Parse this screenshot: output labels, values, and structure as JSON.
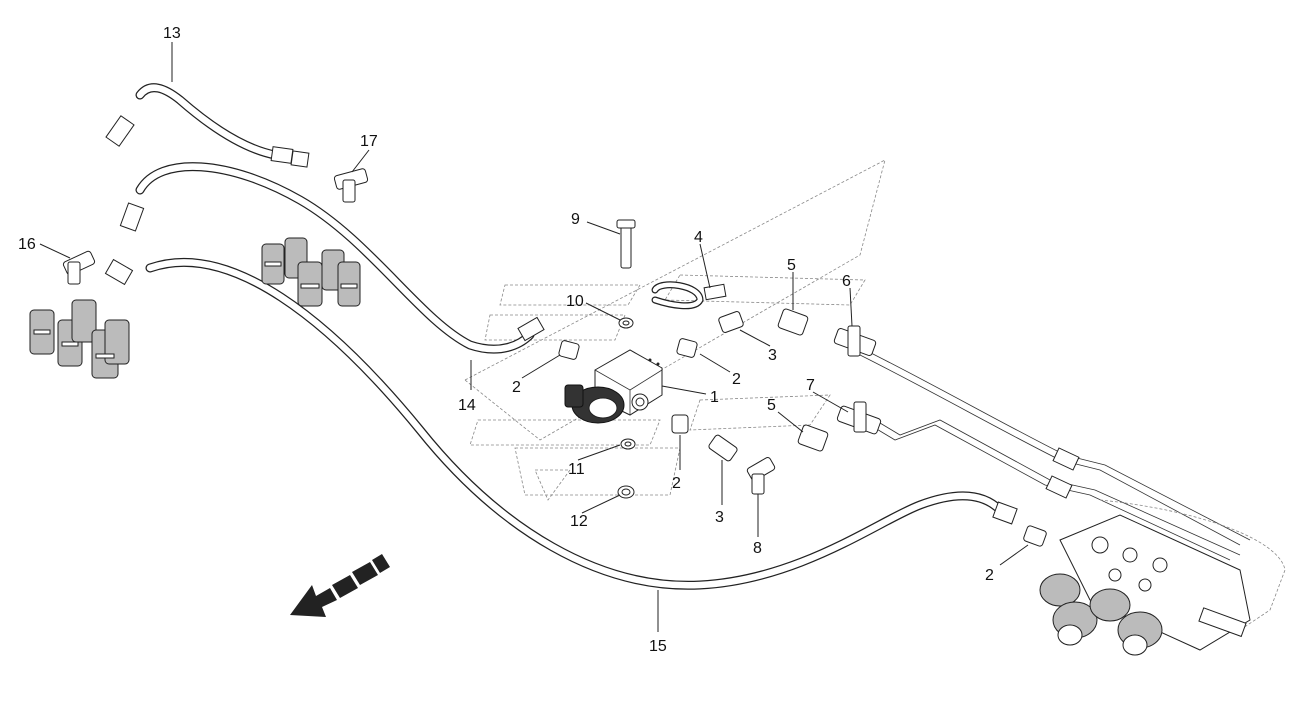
{
  "callouts": [
    {
      "id": "c1",
      "label": "1"
    },
    {
      "id": "c2a",
      "label": "2"
    },
    {
      "id": "c2b",
      "label": "2"
    },
    {
      "id": "c2c",
      "label": "2"
    },
    {
      "id": "c2d",
      "label": "2"
    },
    {
      "id": "c3a",
      "label": "3"
    },
    {
      "id": "c3b",
      "label": "3"
    },
    {
      "id": "c4",
      "label": "4"
    },
    {
      "id": "c5a",
      "label": "5"
    },
    {
      "id": "c5b",
      "label": "5"
    },
    {
      "id": "c6",
      "label": "6"
    },
    {
      "id": "c7",
      "label": "7"
    },
    {
      "id": "c8",
      "label": "8"
    },
    {
      "id": "c9",
      "label": "9"
    },
    {
      "id": "c10",
      "label": "10"
    },
    {
      "id": "c11",
      "label": "11"
    },
    {
      "id": "c12",
      "label": "12"
    },
    {
      "id": "c13",
      "label": "13"
    },
    {
      "id": "c14",
      "label": "14"
    },
    {
      "id": "c15",
      "label": "15"
    },
    {
      "id": "c16",
      "label": "16"
    },
    {
      "id": "c17",
      "label": "17"
    }
  ],
  "icons": {
    "direction_arrow": "direction-arrow-icon"
  }
}
